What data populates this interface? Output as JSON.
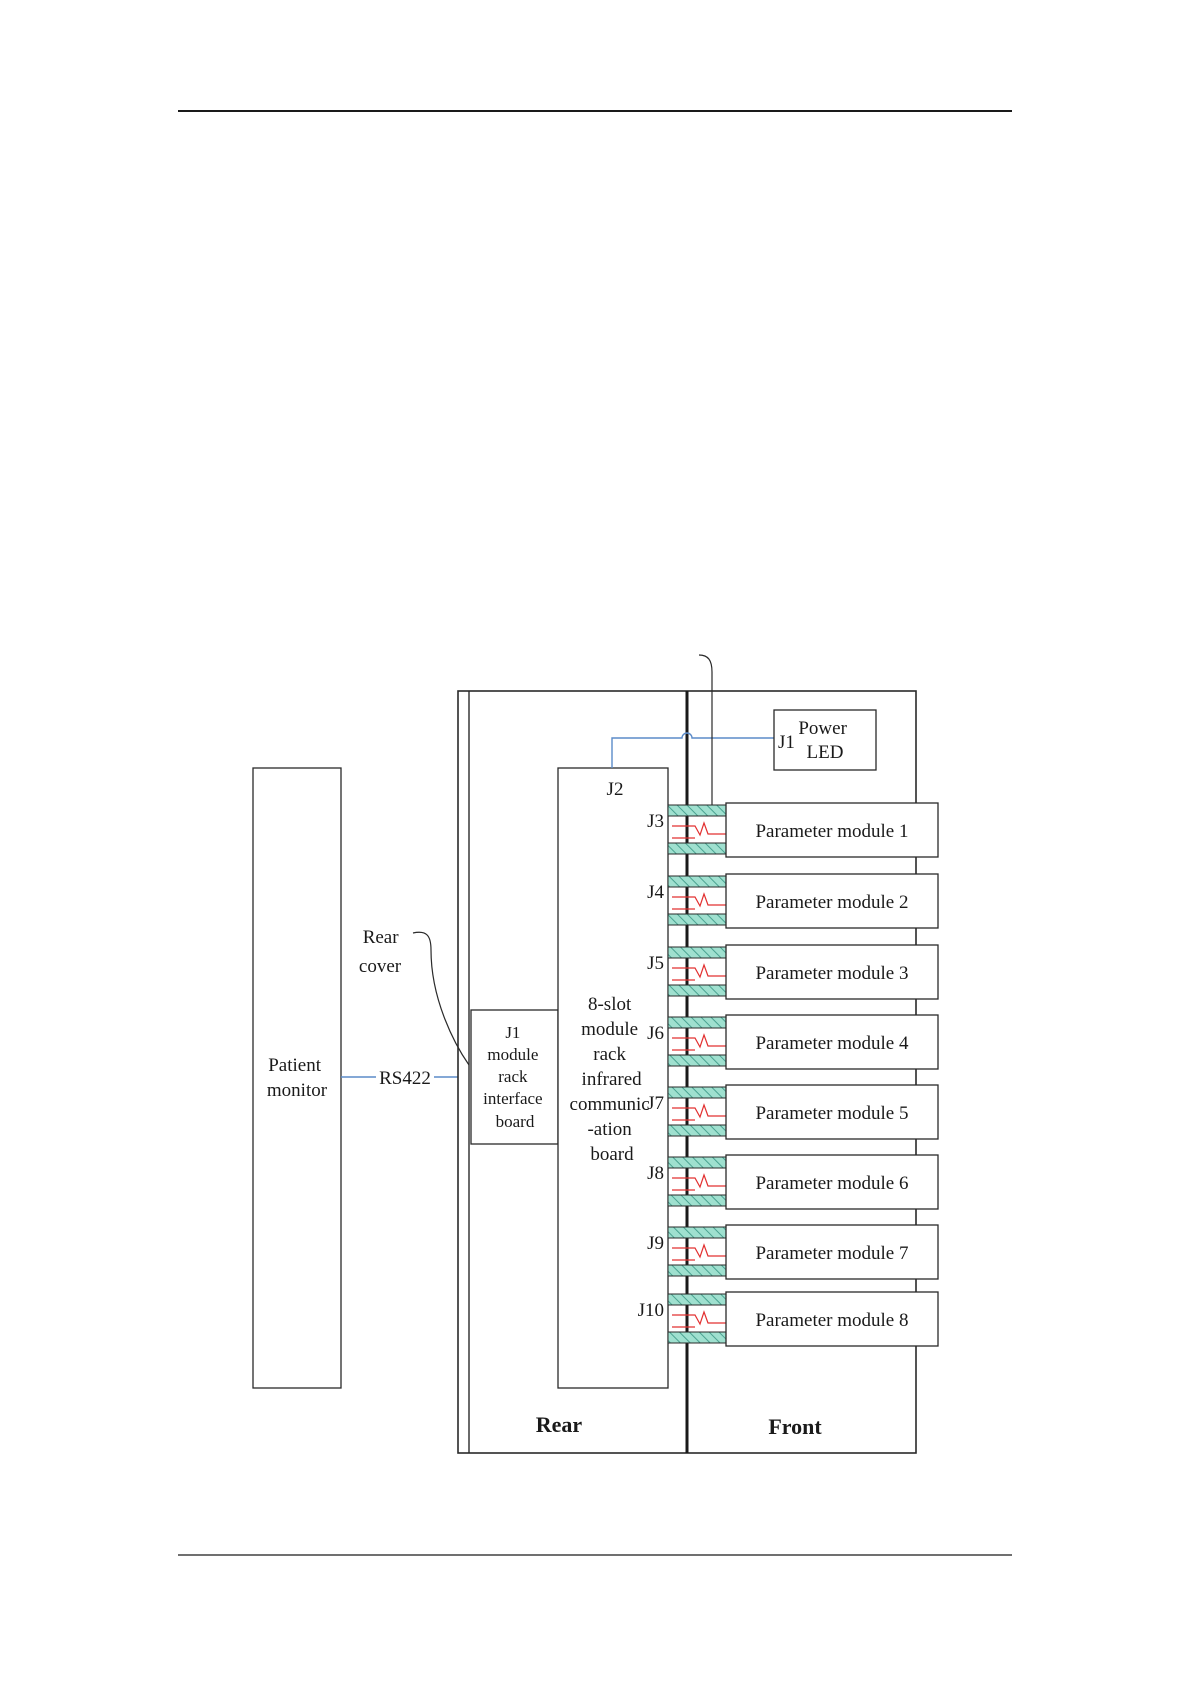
{
  "diagram": {
    "patient_monitor": [
      "Patient",
      "monitor"
    ],
    "rs422_label": "RS422",
    "rear_cover": [
      "Rear",
      "cover"
    ],
    "interface_board": [
      "J1",
      "module",
      "rack",
      "interface",
      "board"
    ],
    "comm_board": [
      "8-slot",
      "module",
      "rack",
      "infrared",
      "communic",
      "-ation",
      "board"
    ],
    "power_led": {
      "connector": "J1",
      "lines": [
        "Power",
        "LED"
      ]
    },
    "j2_label": "J2",
    "rear_label": "Rear",
    "front_label": "Front",
    "slots": [
      {
        "connector": "J3",
        "module": "Parameter module 1"
      },
      {
        "connector": "J4",
        "module": "Parameter module 2"
      },
      {
        "connector": "J5",
        "module": "Parameter module 3"
      },
      {
        "connector": "J6",
        "module": "Parameter module 4"
      },
      {
        "connector": "J7",
        "module": "Parameter module 5"
      },
      {
        "connector": "J8",
        "module": "Parameter module 6"
      },
      {
        "connector": "J9",
        "module": "Parameter module 7"
      },
      {
        "connector": "J10",
        "module": "Parameter module 8"
      }
    ],
    "colors": {
      "wire": "#5b8bc9",
      "connector_fill": "#9fe0cf",
      "connector_hatch": "#4aa391",
      "ir_signal": "#e23030"
    }
  }
}
